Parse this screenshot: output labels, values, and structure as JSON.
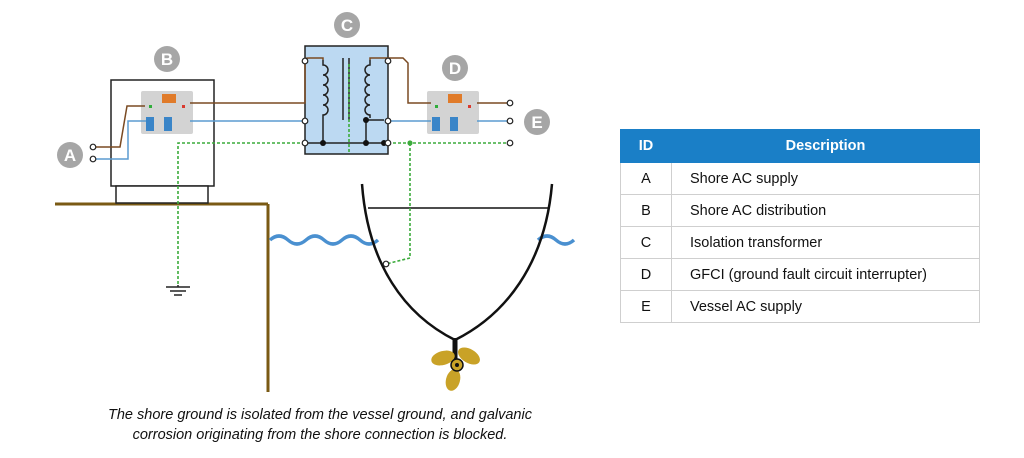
{
  "callouts": {
    "a": "A",
    "b": "B",
    "c": "C",
    "d": "D",
    "e": "E"
  },
  "caption": {
    "line1": "The shore ground is isolated from the vessel ground, and galvanic",
    "line2": "corrosion originating from the shore connection is blocked."
  },
  "legend": {
    "header_id": "ID",
    "header_description": "Description",
    "rows": [
      {
        "id": "A",
        "description": "Shore AC supply"
      },
      {
        "id": "B",
        "description": "Shore AC distribution"
      },
      {
        "id": "C",
        "description": "Isolation transformer"
      },
      {
        "id": "D",
        "description": "GFCI (ground fault circuit interrupter)"
      },
      {
        "id": "E",
        "description": "Vessel AC supply"
      }
    ]
  },
  "colors": {
    "live_wire": "#7a4a22",
    "neutral_wire": "#5b9bd0",
    "ground_wire": "#3cab3c",
    "callout_badge": "#a6a6a6",
    "water": "#4a90d0",
    "dock": "#7a5a14",
    "propeller": "#c9a227",
    "transformer_fill": "#bcd9f2",
    "table_header": "#1a7fc7"
  }
}
